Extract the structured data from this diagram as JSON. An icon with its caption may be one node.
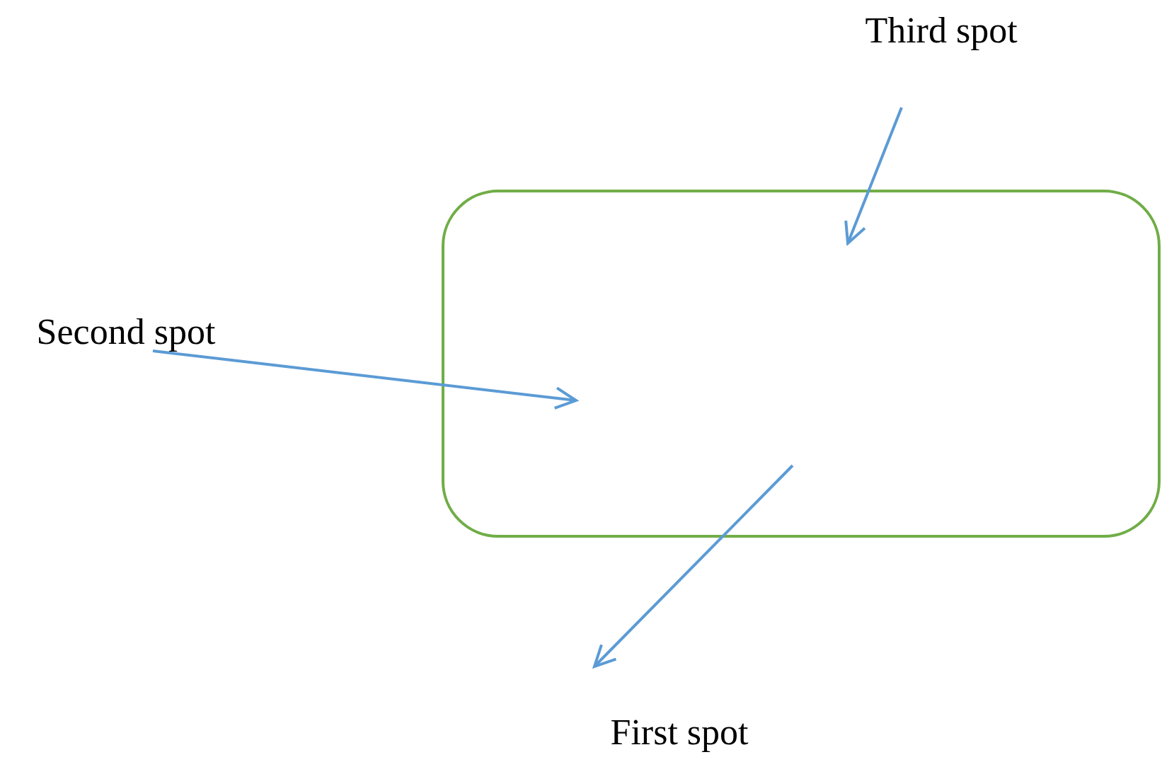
{
  "diagram": {
    "nodes": [
      {
        "text": [],
        "shape": "box"
      },
      {
        "text": [
          "Third spot"
        ]
      },
      {
        "text": [
          "Second spot"
        ]
      },
      {
        "text": [
          "First spot"
        ]
      }
    ],
    "edges": [
      {
        "from": 1,
        "to": 0,
        "arrow": "to"
      },
      {
        "from": 2,
        "to": 0,
        "arrow": "to"
      },
      {
        "from": 0,
        "to": 3,
        "arrow": "to"
      }
    ]
  }
}
